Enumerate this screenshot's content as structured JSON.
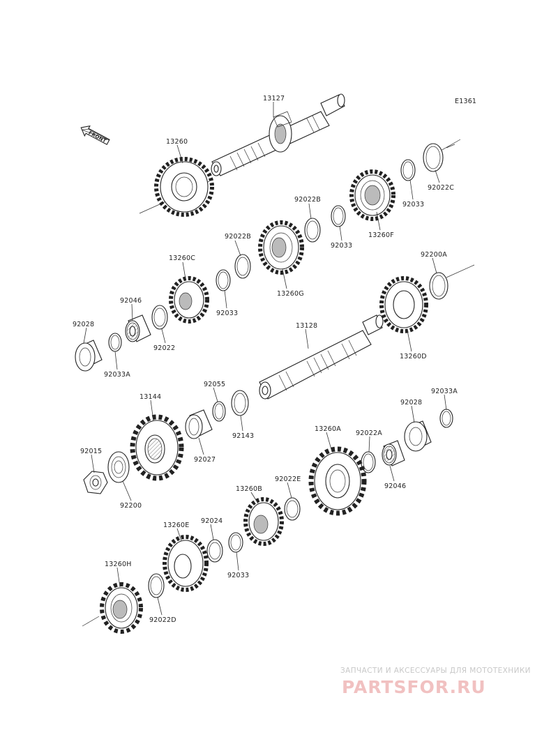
{
  "diagram_code": "E1361",
  "front_label": "FRONT",
  "parts": [
    {
      "id": "13127",
      "label": "13127"
    },
    {
      "id": "13260",
      "label": "13260"
    },
    {
      "id": "92022C",
      "label": "92022C"
    },
    {
      "id": "92033-top",
      "label": "92033"
    },
    {
      "id": "13260F",
      "label": "13260F"
    },
    {
      "id": "92022B-a",
      "label": "92022B"
    },
    {
      "id": "92033-b",
      "label": "92033"
    },
    {
      "id": "92022B-b",
      "label": "92022B"
    },
    {
      "id": "13260G",
      "label": "13260G"
    },
    {
      "id": "13260C",
      "label": "13260C"
    },
    {
      "id": "92033-c",
      "label": "92033"
    },
    {
      "id": "92046-a",
      "label": "92046"
    },
    {
      "id": "92028-a",
      "label": "92028"
    },
    {
      "id": "92022",
      "label": "92022"
    },
    {
      "id": "92033A-a",
      "label": "92033A"
    },
    {
      "id": "92200A",
      "label": "92200A"
    },
    {
      "id": "13128",
      "label": "13128"
    },
    {
      "id": "13260D",
      "label": "13260D"
    },
    {
      "id": "92055",
      "label": "92055"
    },
    {
      "id": "13144",
      "label": "13144"
    },
    {
      "id": "92143",
      "label": "92143"
    },
    {
      "id": "92027",
      "label": "92027"
    },
    {
      "id": "92033A-b",
      "label": "92033A"
    },
    {
      "id": "92028-b",
      "label": "92028"
    },
    {
      "id": "13260A",
      "label": "13260A"
    },
    {
      "id": "92022A",
      "label": "92022A"
    },
    {
      "id": "92015",
      "label": "92015"
    },
    {
      "id": "92046-b",
      "label": "92046"
    },
    {
      "id": "92200",
      "label": "92200"
    },
    {
      "id": "92022E",
      "label": "92022E"
    },
    {
      "id": "13260B",
      "label": "13260B"
    },
    {
      "id": "13260E",
      "label": "13260E"
    },
    {
      "id": "92024",
      "label": "92024"
    },
    {
      "id": "92033-d",
      "label": "92033"
    },
    {
      "id": "13260H",
      "label": "13260H"
    },
    {
      "id": "92022D",
      "label": "92022D"
    }
  ],
  "watermark": {
    "tagline": "ЗАПЧАСТИ И АКСЕССУАРЫ ДЛЯ МОТОТЕХНИКИ",
    "brand": "PARTSFOR.RU"
  }
}
